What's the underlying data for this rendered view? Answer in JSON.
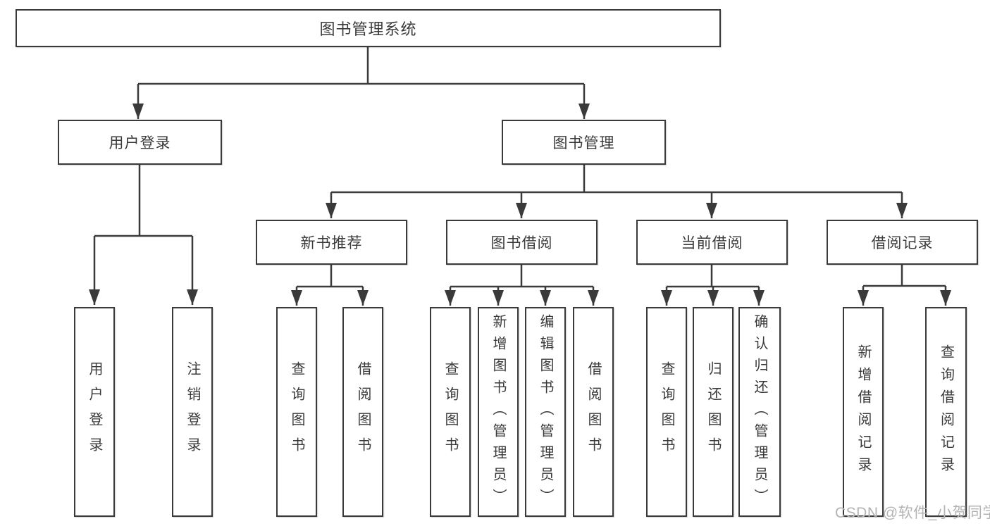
{
  "diagram": {
    "type": "feature-tree",
    "colors": {
      "line": "#3a3a3a",
      "text": "#3a3a3a",
      "box_fill": "#ffffff",
      "watermark": "#b3b3b3"
    },
    "watermark": "CSDN @软件_小贺同学",
    "tree": {
      "label": "图书管理系统",
      "children": [
        {
          "label": "用户登录",
          "children": [
            {
              "label": "用户登录"
            },
            {
              "label": "注销登录"
            }
          ]
        },
        {
          "label": "图书管理",
          "children": [
            {
              "label": "新书推荐",
              "children": [
                {
                  "label": "查询图书"
                },
                {
                  "label": "借阅图书"
                }
              ]
            },
            {
              "label": "图书借阅",
              "children": [
                {
                  "label": "查询图书"
                },
                {
                  "label": "新增图书（管理员）"
                },
                {
                  "label": "编辑图书（管理员）"
                },
                {
                  "label": "借阅图书"
                }
              ]
            },
            {
              "label": "当前借阅",
              "children": [
                {
                  "label": "查询图书"
                },
                {
                  "label": "归还图书"
                },
                {
                  "label": "确认归还（管理员）"
                }
              ]
            },
            {
              "label": "借阅记录",
              "children": [
                {
                  "label": "新增借阅记录"
                },
                {
                  "label": "查询借阅记录"
                }
              ]
            }
          ]
        }
      ]
    }
  }
}
